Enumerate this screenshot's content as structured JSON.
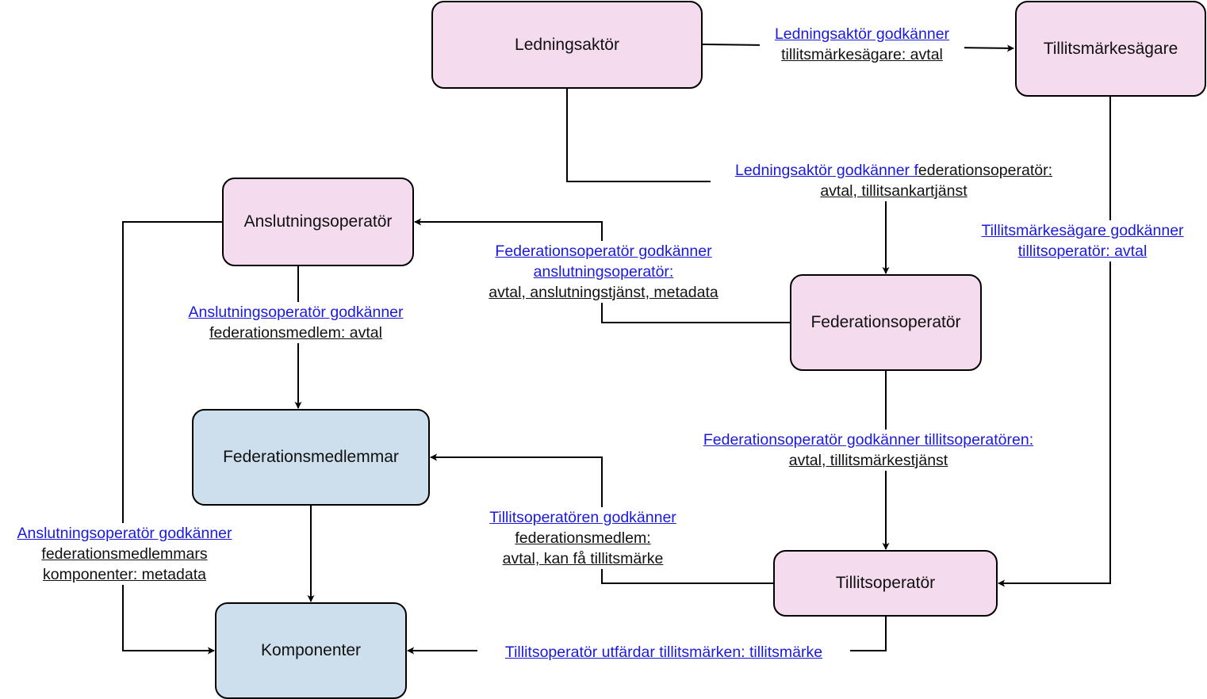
{
  "nodes": {
    "ledningsaktor": "Ledningsaktör",
    "tillitsmarkesagare": "Tillitsmärkesägare",
    "anslutningsoperator": "Anslutningsoperatör",
    "federationsoperator": "Federationsoperatör",
    "federationsmedlemmar": "Federationsmedlemmar",
    "tillitsoperator": "Tillitsoperatör",
    "komponenter": "Komponenter"
  },
  "colors": {
    "actor_fill": "#f4dcee",
    "member_fill": "#cddfec",
    "link_text": "#1a1adb"
  },
  "edges": {
    "e1": {
      "line1": "Ledningsaktör godkänner",
      "line2": "tillitsmärkesägare: avtal"
    },
    "e2": {
      "line1_blue": "Ledningsaktör godkänner f",
      "line1_black": "ederationsoperatör:",
      "line2": "avtal, tillitsankartjänst"
    },
    "e3": {
      "line1": "Tillitsmärkesägare godkänner",
      "line2": "tillitsoperatör: avtal"
    },
    "e4": {
      "line1": "Federationsoperatör godkänner",
      "line2": "anslutningsoperatör:",
      "line3": "avtal, anslutningstjänst, metadata"
    },
    "e5": {
      "line1": "Anslutningsoperatör godkänner",
      "line2": "federationsmedlem: avtal"
    },
    "e6": {
      "line1": "Federationsoperatör godkänner tillitsoperatören:",
      "line2": "avtal, tillitsmärkestjänst"
    },
    "e7": {
      "line1": "Tillitsoperatören godkänner",
      "line2": "federationsmedlem:",
      "line3": "avtal, kan få tillitsmärke"
    },
    "e8": {
      "line1": "Anslutningsoperatör godkänner",
      "line2": "federationsmedlemmars",
      "line3": "komponenter: metadata"
    },
    "e9": {
      "line1": "Tillitsoperatör utfärdar tillitsmärken: tillitsmärke"
    }
  }
}
